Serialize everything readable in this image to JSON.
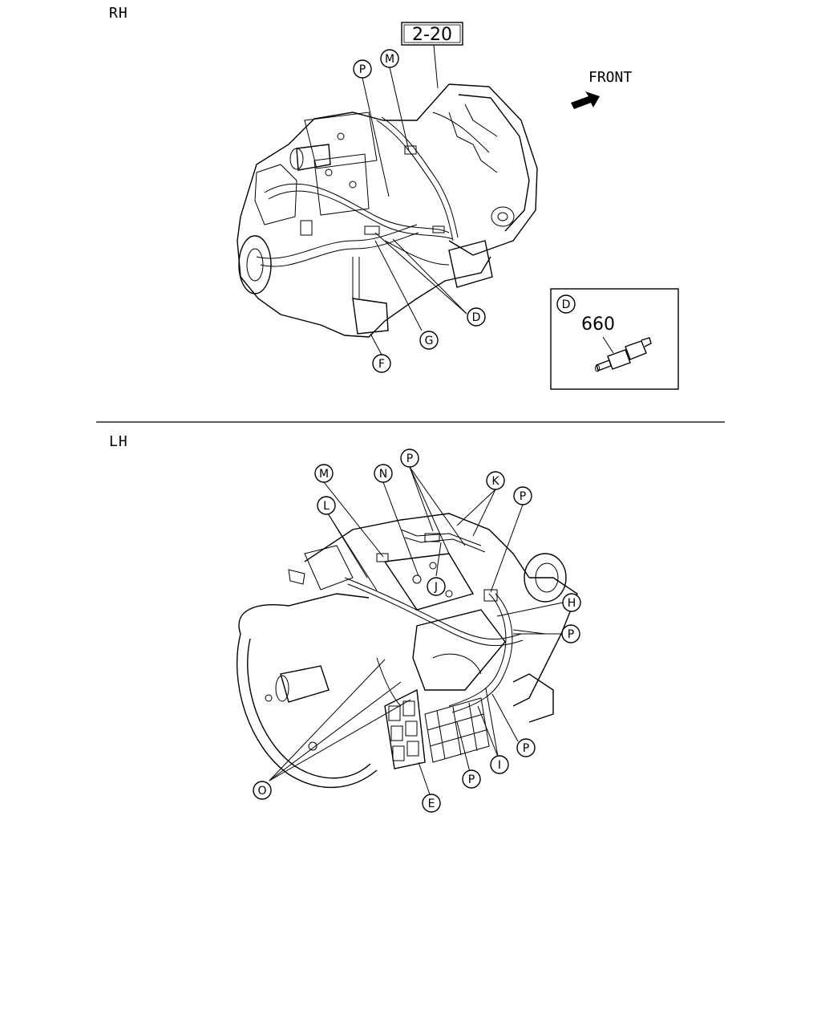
{
  "sections": {
    "rh": {
      "title": "RH"
    },
    "lh": {
      "title": "LH"
    }
  },
  "refbox": {
    "label": "2-20"
  },
  "front_indicator": {
    "label": "FRONT",
    "icon": "arrow-icon"
  },
  "detail": {
    "letter": "D",
    "part_no": "660"
  },
  "rh_callouts": [
    "P",
    "M",
    "D",
    "G",
    "F"
  ],
  "lh_callouts": [
    "M",
    "N",
    "P",
    "K",
    "L",
    "P",
    "J",
    "H",
    "P",
    "O",
    "E",
    "P",
    "I",
    "P"
  ]
}
